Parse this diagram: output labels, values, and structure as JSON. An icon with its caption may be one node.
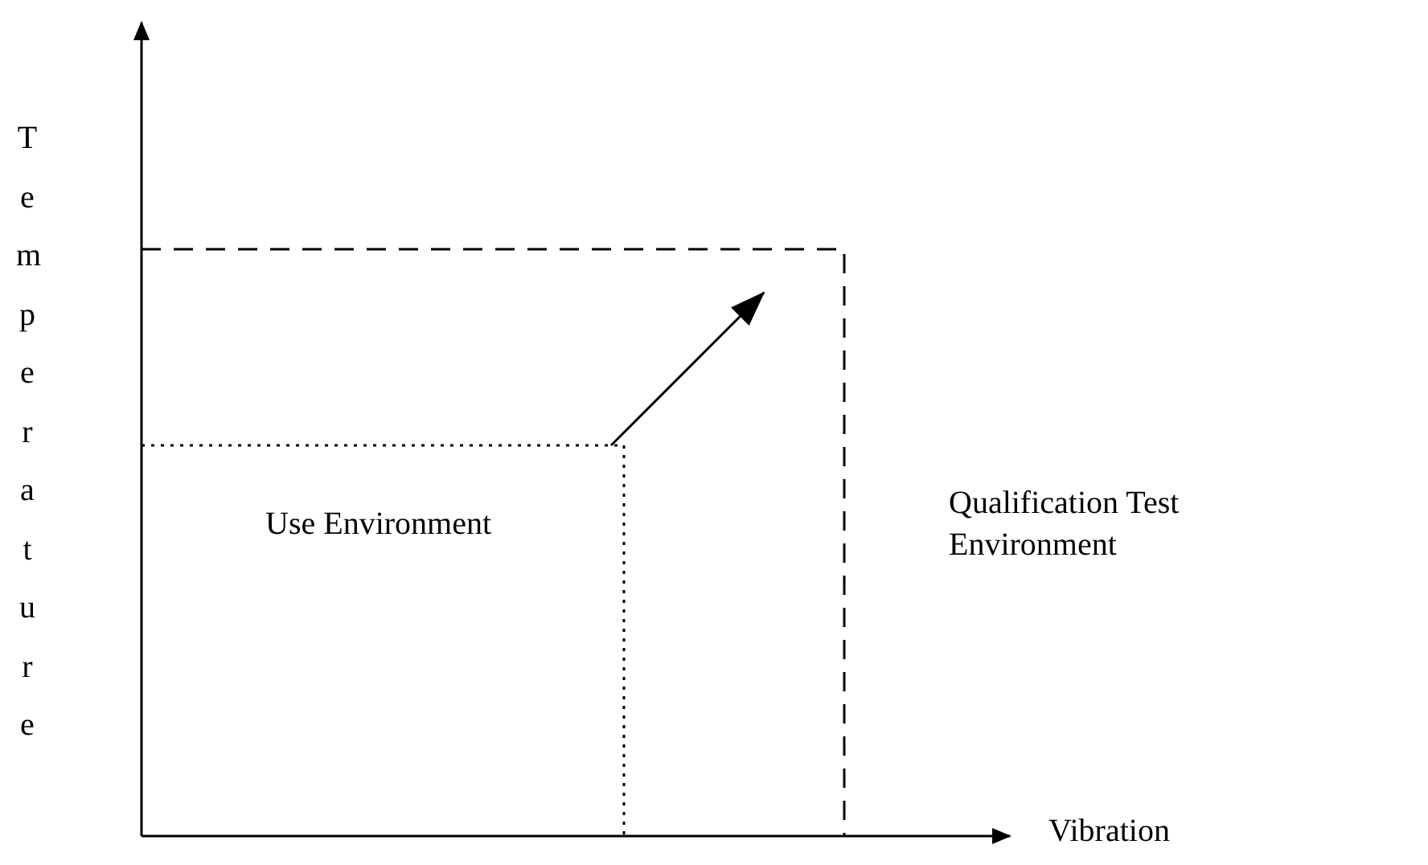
{
  "diagram": {
    "nodes": [
      {
        "text": [
          "Use Environment"
        ],
        "in": 1
      },
      {
        "text": [
          "Qualification Test Environment"
        ]
      }
    ],
    "edges": [
      {
        "from": 0,
        "to": 1,
        "arrow": "to"
      }
    ],
    "labels": [
      "Temperature",
      "Vibration"
    ]
  }
}
